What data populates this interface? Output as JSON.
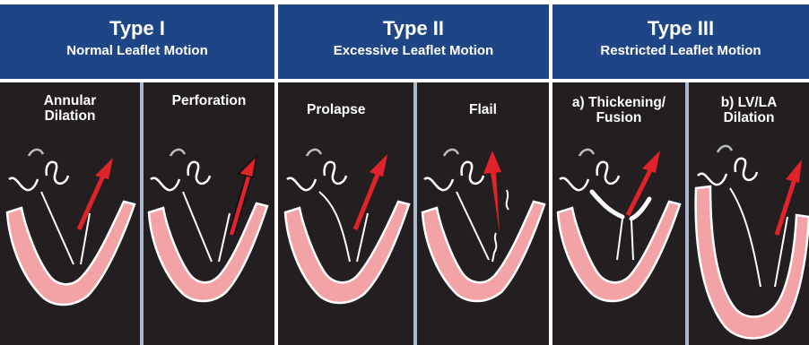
{
  "groups": [
    {
      "title": "Type I",
      "subtitle": "Normal Leaflet Motion"
    },
    {
      "title": "Type II",
      "subtitle": "Excessive Leaflet Motion"
    },
    {
      "title": "Type III",
      "subtitle": "Restricted Leaflet Motion"
    }
  ],
  "panels": [
    {
      "label": "Annular\nDilation"
    },
    {
      "label": "Perforation"
    },
    {
      "label": "Prolapse"
    },
    {
      "label": "Flail"
    },
    {
      "label": "a) Thickening/\nFusion"
    },
    {
      "label": "b) LV/LA\nDilation"
    }
  ],
  "colors": {
    "header": "#1e4585",
    "panel_bg": "#231f20",
    "myocardium": "#f3a3a5",
    "outline": "#ffffff",
    "arrow": "#e0222a",
    "divider": "#a9b8cc"
  }
}
